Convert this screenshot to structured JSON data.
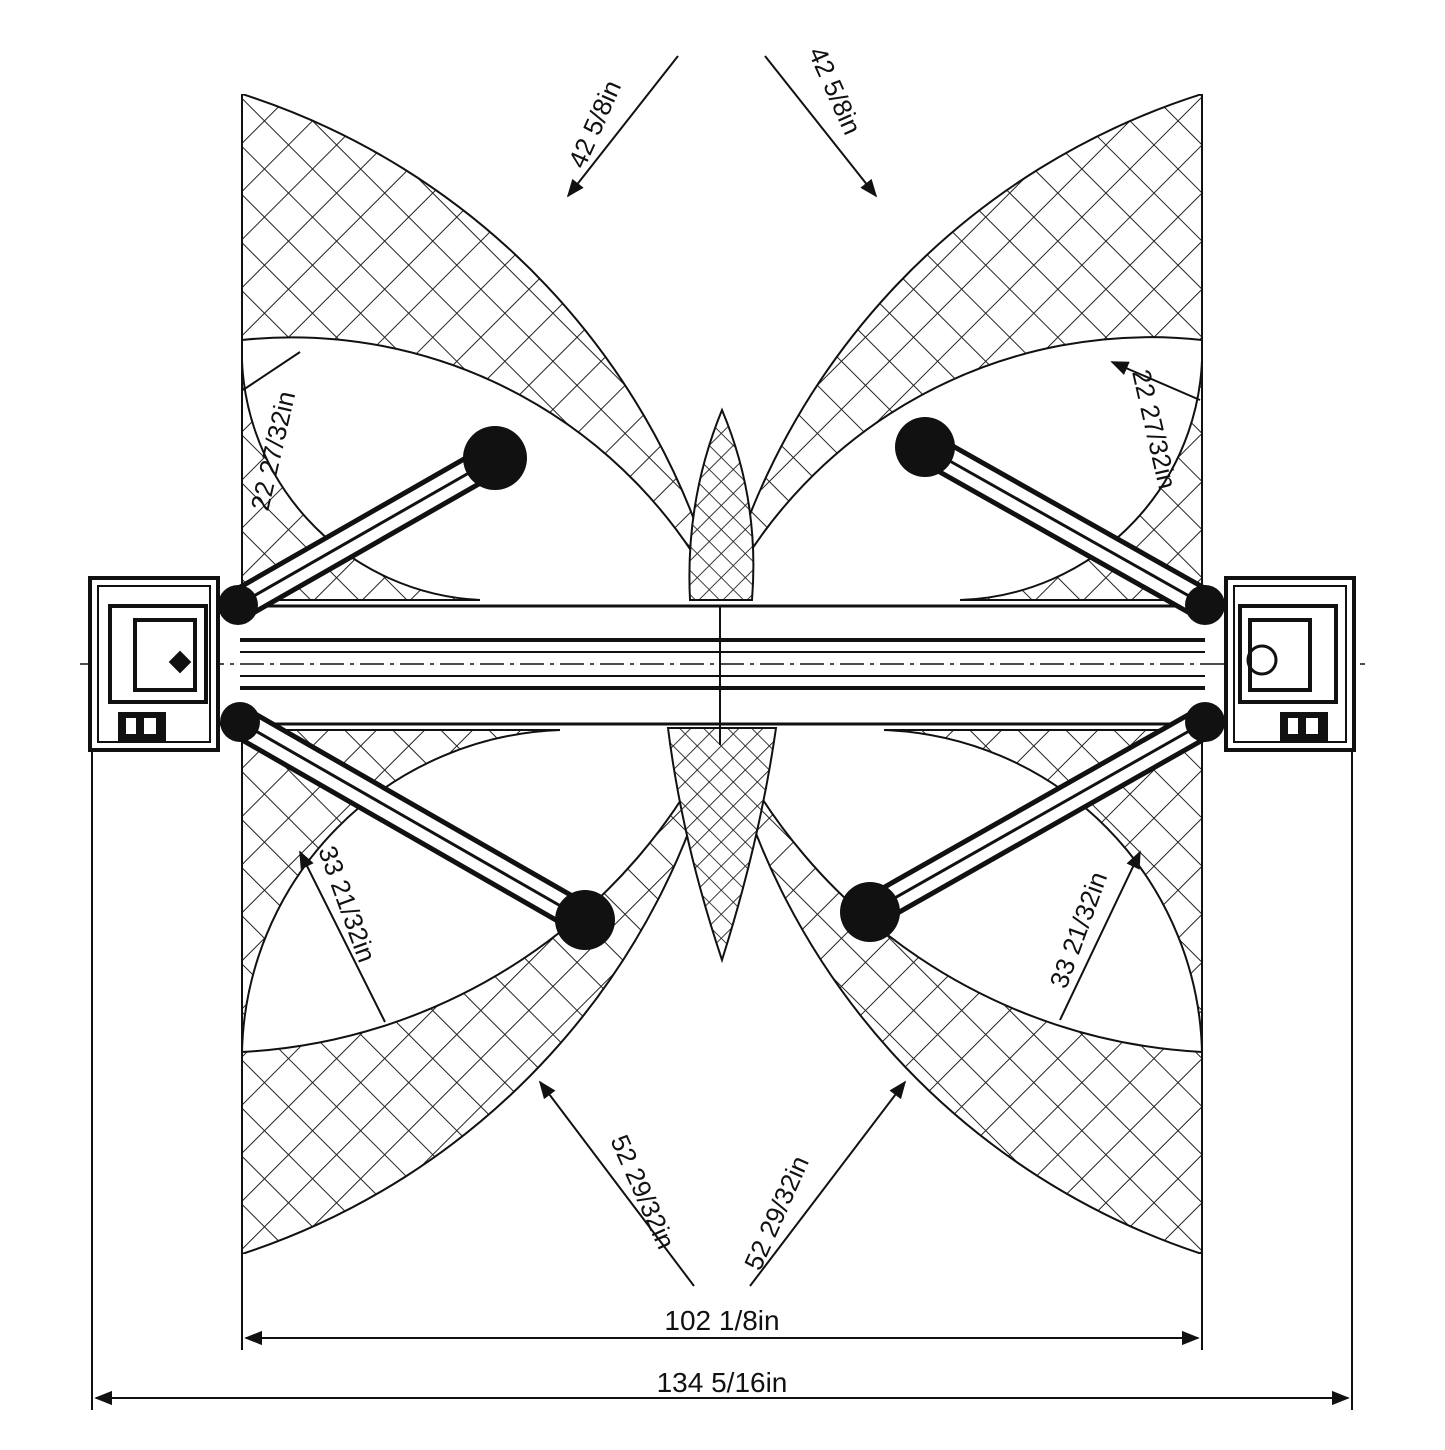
{
  "colors": {
    "ink": "#111111",
    "background": "#ffffff",
    "hatch": "#222222"
  },
  "dimensions": {
    "arm_top_left": "42 5/8in",
    "arm_top_right": "42 5/8in",
    "retract_upper_left": "22 27/32in",
    "retract_upper_right": "22 27/32in",
    "retract_lower_left": "33 21/32in",
    "retract_lower_right": "33 21/32in",
    "arm_bottom_left": "52 29/32in",
    "arm_bottom_right": "52 29/32in",
    "inner_width": "102 1/8in",
    "overall_width": "134 5/16in"
  },
  "icons": [
    "lift-post-left-icon",
    "lift-post-right-icon",
    "lift-pad-icon"
  ]
}
